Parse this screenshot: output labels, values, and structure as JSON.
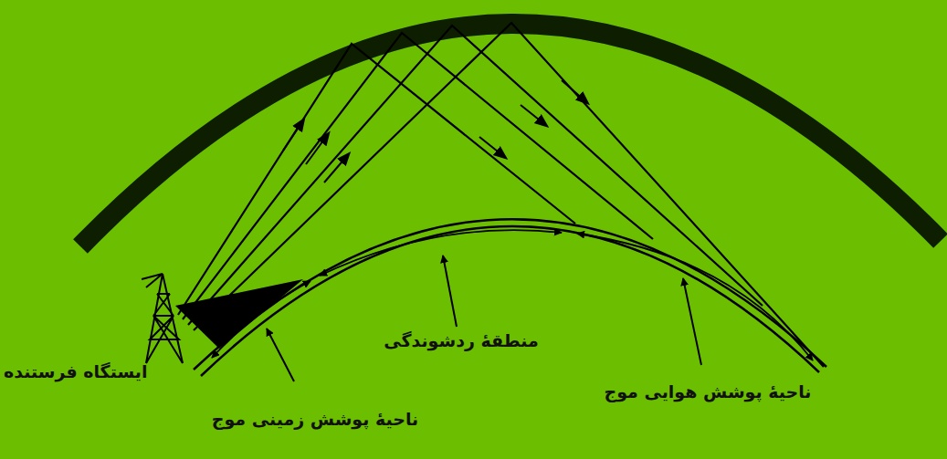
{
  "diagram": {
    "labels": [
      "ایستگاه فرستنده",
      "ناحیهٔ پوشش زمینی موج",
      "منطقهٔ ردشوندگی",
      "ناحیهٔ پوشش هوایی موج"
    ]
  }
}
